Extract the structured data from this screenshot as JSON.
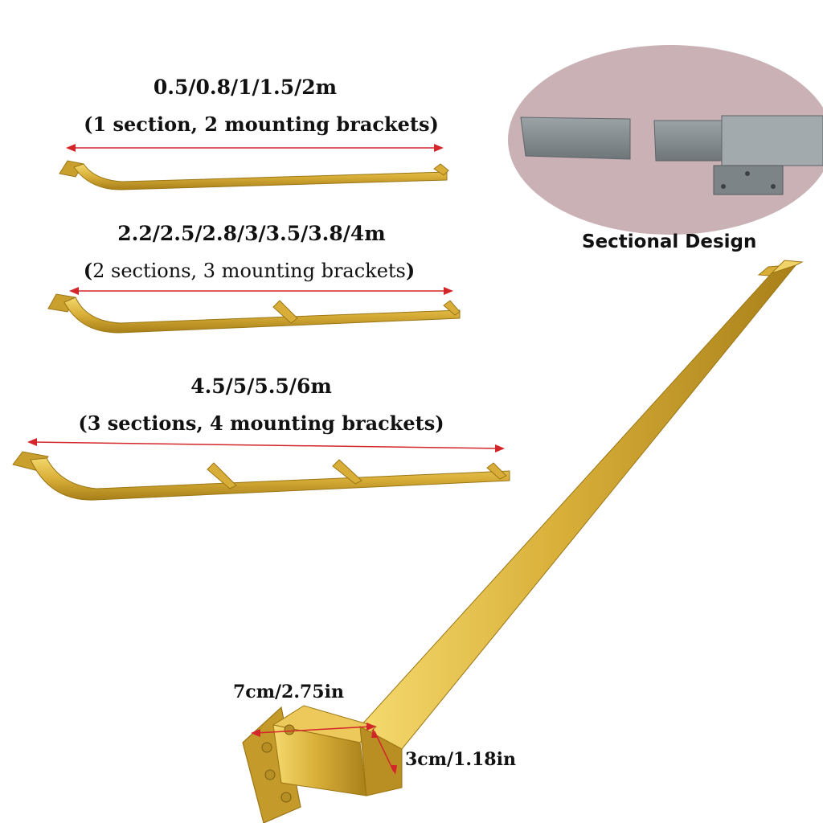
{
  "products": [
    {
      "size_label": "0.5/0.8/1/1.5/2m",
      "detail_label": "(1 section, 2 mounting brackets)"
    },
    {
      "size_label": "2.2/2.5/2.8/3/3.5/3.8/4m",
      "detail_open": "(",
      "detail_text": "2 sections, 3 mounting brackets",
      "detail_close": ")"
    },
    {
      "size_label": "4.5/5/5.5/6m",
      "detail_label": "(3 sections, 4 mounting brackets)"
    }
  ],
  "sectional": {
    "caption": "Sectional Design"
  },
  "dimensions": {
    "width_label": "7cm/2.75in",
    "height_label": "3cm/1.18in"
  },
  "colors": {
    "gold": "#d8ae38",
    "gold_light": "#f0d264",
    "gold_dark": "#a77f18",
    "arrow_red": "#d3262a",
    "oval_bg": "#c9b1b6",
    "steel": "#8d9598"
  }
}
